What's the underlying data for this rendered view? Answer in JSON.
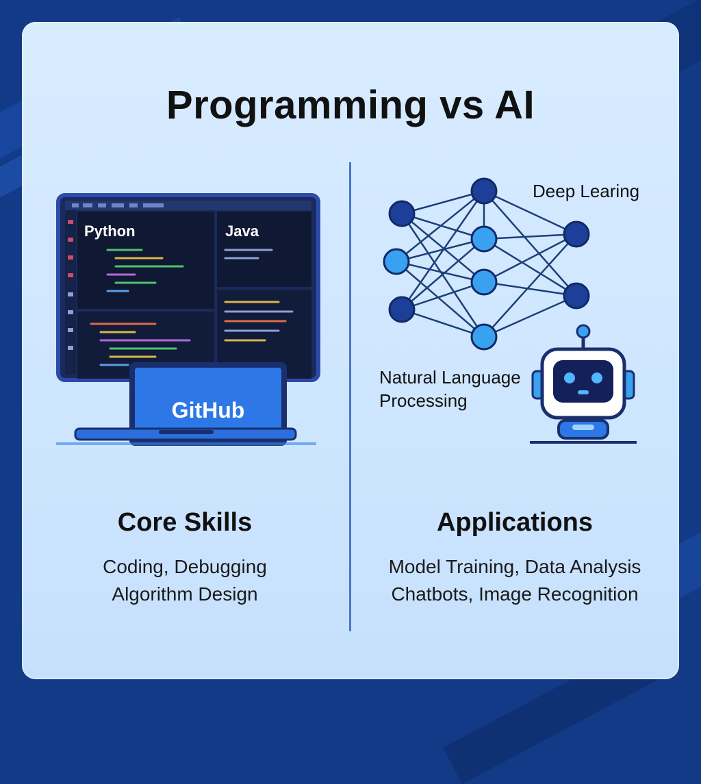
{
  "title": "Programming vs AI",
  "programming": {
    "screen_tabs": [
      "Python",
      "Java"
    ],
    "laptop_label": "GitHub",
    "heading": "Core Skills",
    "lines": [
      "Coding, Debugging",
      "Algorithm Design"
    ]
  },
  "ai": {
    "network_label": "Deep Learing",
    "nlp_label": [
      "Natural Language",
      "Processing"
    ],
    "heading": "Applications",
    "lines": [
      "Model Training, Data Analysis",
      "Chatbots, Image Recognition"
    ]
  },
  "colors": {
    "background": "#123a86",
    "card": "#d4eaff",
    "divider": "#4b76c9",
    "node_dark": "#1d3f9a",
    "node_light": "#3aa0f0",
    "laptop": "#2d78e6",
    "monitor": "#101a33"
  },
  "icons": [
    "monitor-icon",
    "laptop-icon",
    "neural-network-icon",
    "robot-icon"
  ]
}
